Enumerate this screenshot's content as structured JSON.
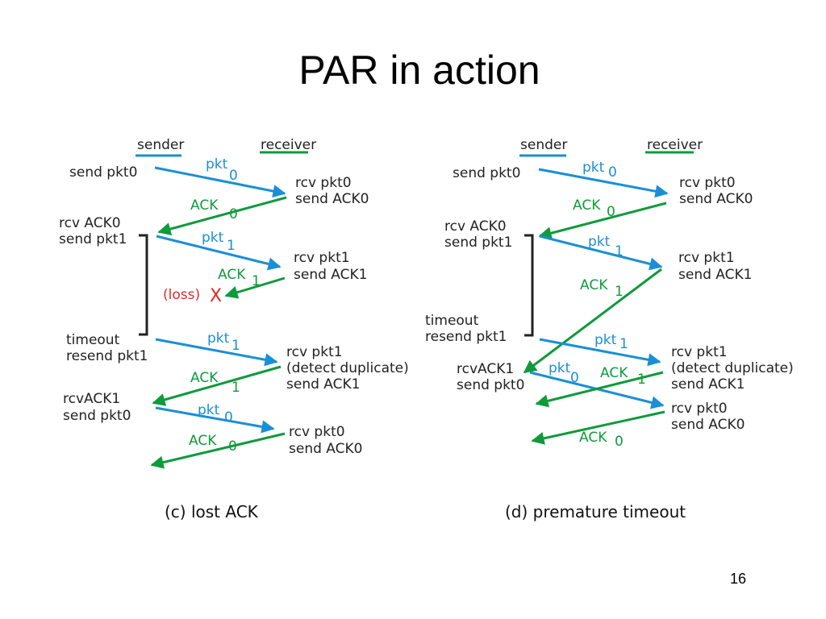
{
  "title": "PAR in action",
  "page_number": "16",
  "colors": {
    "packet": "#1a8fd6",
    "ack": "#0f9a3c",
    "loss": "#e02a2a",
    "text": "#222222"
  },
  "panels": [
    {
      "id": "c",
      "caption": "(c) lost ACK",
      "sender_label": "sender",
      "receiver_label": "receiver",
      "texts": [
        {
          "id": "s-send-pkt0",
          "text": "send pkt0"
        },
        {
          "id": "r-rcv-pkt0",
          "text": "rcv pkt0"
        },
        {
          "id": "r-send-ack0",
          "text": "send ACK0"
        },
        {
          "id": "s-rcv-ack0",
          "text": "rcv ACK0"
        },
        {
          "id": "s-send-pkt1",
          "text": "send pkt1"
        },
        {
          "id": "r-rcv-pkt1",
          "text": "rcv pkt1"
        },
        {
          "id": "r-send-ack1",
          "text": "send ACK1"
        },
        {
          "id": "s-loss",
          "text": "(loss)"
        },
        {
          "id": "s-loss-x",
          "text": "X"
        },
        {
          "id": "s-timeout",
          "text": "timeout"
        },
        {
          "id": "s-resend-pkt1",
          "text": "resend pkt1"
        },
        {
          "id": "r-rcv-pkt1-b",
          "text": "rcv pkt1"
        },
        {
          "id": "r-detect-dup",
          "text": "(detect duplicate)"
        },
        {
          "id": "r-send-ack1-b",
          "text": "send ACK1"
        },
        {
          "id": "s-rcvack1",
          "text": "rcvACK1"
        },
        {
          "id": "s-send-pkt0-b",
          "text": "send pkt0"
        },
        {
          "id": "r-rcv-pkt0-b",
          "text": "rcv pkt0"
        },
        {
          "id": "r-send-ack0-b",
          "text": "send ACK0"
        }
      ],
      "messages": [
        {
          "id": "pkt0-a",
          "kind": "packet",
          "label": "pkt",
          "seq": "0"
        },
        {
          "id": "ack0-a",
          "kind": "ack",
          "label": "ACK",
          "seq": "0"
        },
        {
          "id": "pkt1-a",
          "kind": "packet",
          "label": "pkt",
          "seq": "1"
        },
        {
          "id": "ack1-lost",
          "kind": "ack",
          "label": "ACK",
          "seq": "1"
        },
        {
          "id": "pkt1-b",
          "kind": "packet",
          "label": "pkt",
          "seq": "1"
        },
        {
          "id": "ack1-b",
          "kind": "ack",
          "label": "ACK",
          "seq": "1"
        },
        {
          "id": "pkt0-b",
          "kind": "packet",
          "label": "pkt",
          "seq": "0"
        },
        {
          "id": "ack0-b",
          "kind": "ack",
          "label": "ACK",
          "seq": "0"
        }
      ]
    },
    {
      "id": "d",
      "caption": "(d) premature timeout",
      "sender_label": "sender",
      "receiver_label": "receiver",
      "texts": [
        {
          "id": "s-send-pkt0",
          "text": "send pkt0"
        },
        {
          "id": "r-rcv-pkt0",
          "text": "rcv pkt0"
        },
        {
          "id": "r-send-ack0",
          "text": "send ACK0"
        },
        {
          "id": "s-rcv-ack0",
          "text": "rcv ACK0"
        },
        {
          "id": "s-send-pkt1",
          "text": "send pkt1"
        },
        {
          "id": "r-rcv-pkt1",
          "text": "rcv pkt1"
        },
        {
          "id": "r-send-ack1",
          "text": "send ACK1"
        },
        {
          "id": "s-timeout",
          "text": "timeout"
        },
        {
          "id": "s-resend-pkt1",
          "text": "resend pkt1"
        },
        {
          "id": "r-rcv-pkt1-b",
          "text": "rcv pkt1"
        },
        {
          "id": "r-detect-dup",
          "text": "(detect duplicate)"
        },
        {
          "id": "r-send-ack1-b",
          "text": "send ACK1"
        },
        {
          "id": "s-rcvack1",
          "text": "rcvACK1"
        },
        {
          "id": "s-send-pkt0-b",
          "text": "send pkt0"
        },
        {
          "id": "r-rcv-pkt0-b",
          "text": "rcv pkt0"
        },
        {
          "id": "r-send-ack0-b",
          "text": "send ACK0"
        }
      ],
      "messages": [
        {
          "id": "pkt0-a",
          "kind": "packet",
          "label": "pkt",
          "seq": "0"
        },
        {
          "id": "ack0-a",
          "kind": "ack",
          "label": "ACK",
          "seq": "0"
        },
        {
          "id": "pkt1-a",
          "kind": "packet",
          "label": "pkt",
          "seq": "1"
        },
        {
          "id": "ack1-a",
          "kind": "ack",
          "label": "ACK",
          "seq": "1"
        },
        {
          "id": "pkt1-b",
          "kind": "packet",
          "label": "pkt",
          "seq": "1"
        },
        {
          "id": "pkt0-b",
          "kind": "packet",
          "label": "pkt",
          "seq": "0"
        },
        {
          "id": "ack1-b",
          "kind": "ack",
          "label": "ACK",
          "seq": "1"
        },
        {
          "id": "ack0-b",
          "kind": "ack",
          "label": "ACK",
          "seq": "0"
        }
      ]
    }
  ]
}
